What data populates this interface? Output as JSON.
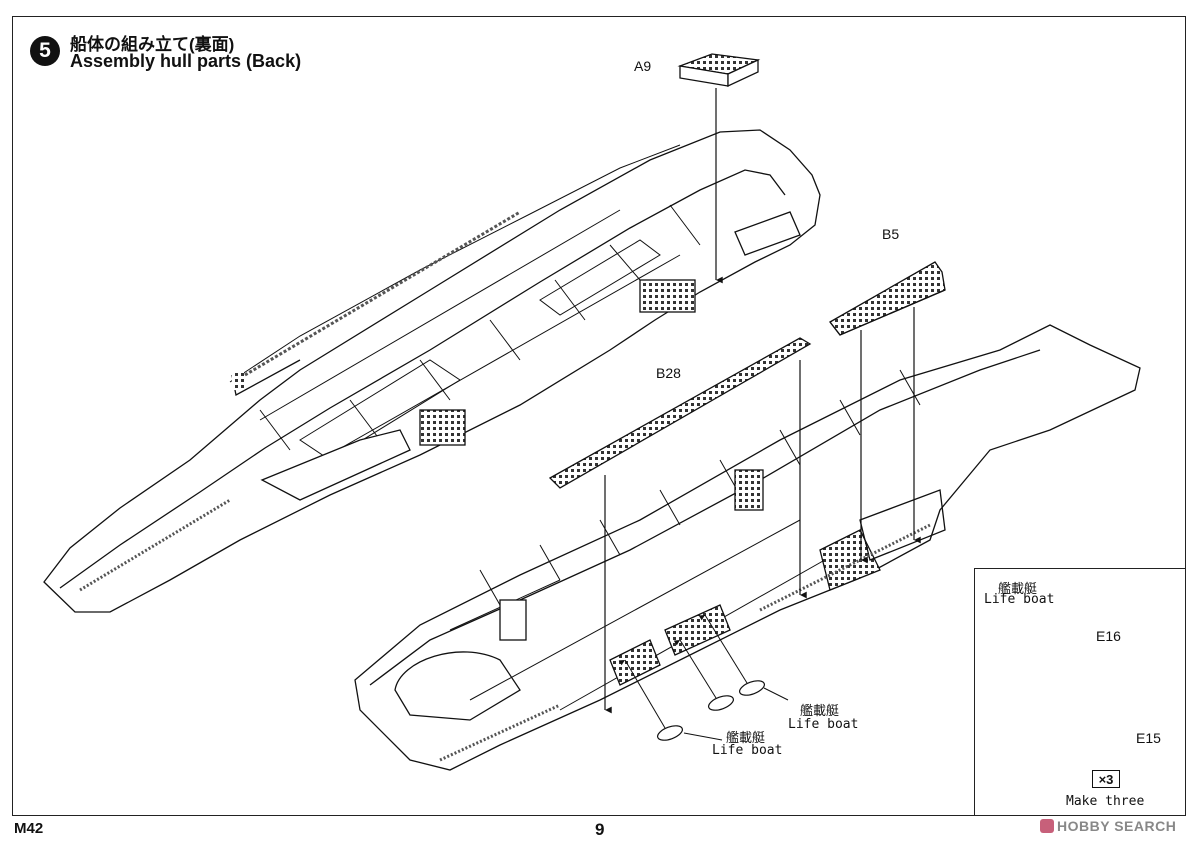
{
  "step": {
    "number": "5",
    "title_jp": "船体の組み立て(裏面)",
    "title_en": "Assembly hull parts (Back)"
  },
  "parts": {
    "a9": "A9",
    "b5": "B5",
    "b28": "B28"
  },
  "callouts": {
    "lifeboat_1_jp": "艦載艇",
    "lifeboat_1_en": "Life boat",
    "lifeboat_2_jp": "艦載艇",
    "lifeboat_2_en": "Life boat"
  },
  "inset": {
    "title_jp": "艦載艇",
    "title_en": "Life boat",
    "part_top": "E16",
    "part_bottom": "E15",
    "multiplier": "×3",
    "make_text": "Make three"
  },
  "footer": {
    "code": "M42",
    "page": "9"
  },
  "watermark": "HOBBY SEARCH"
}
